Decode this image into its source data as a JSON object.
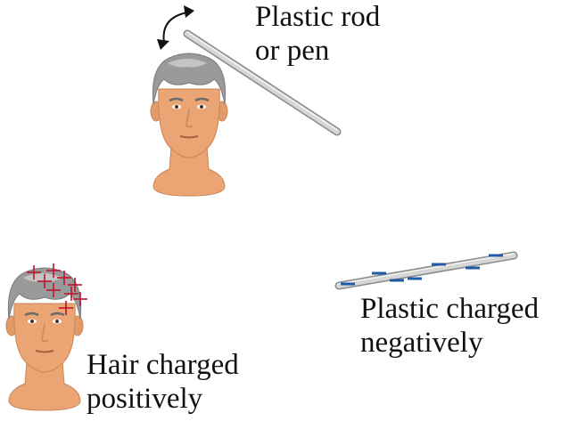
{
  "labels": {
    "rod": {
      "line1": "Plastic rod",
      "line2": "or pen"
    },
    "hair": {
      "line1": "Hair charged",
      "line2": "positively"
    },
    "plastic": {
      "line1": "Plastic charged",
      "line2": "negatively"
    }
  },
  "colors": {
    "skin": "#eba474",
    "skin_shadow": "#d98c5c",
    "hair": "#9a9a9a",
    "hair_light": "#c4c4c4",
    "rod": "#c8c8c8",
    "positive_charge": "#c0142c",
    "negative_charge": "#1f5aa8"
  },
  "charges": {
    "hair_symbol": "+",
    "rod_symbol": "−",
    "hair_count": 9,
    "rod_count": 7
  }
}
